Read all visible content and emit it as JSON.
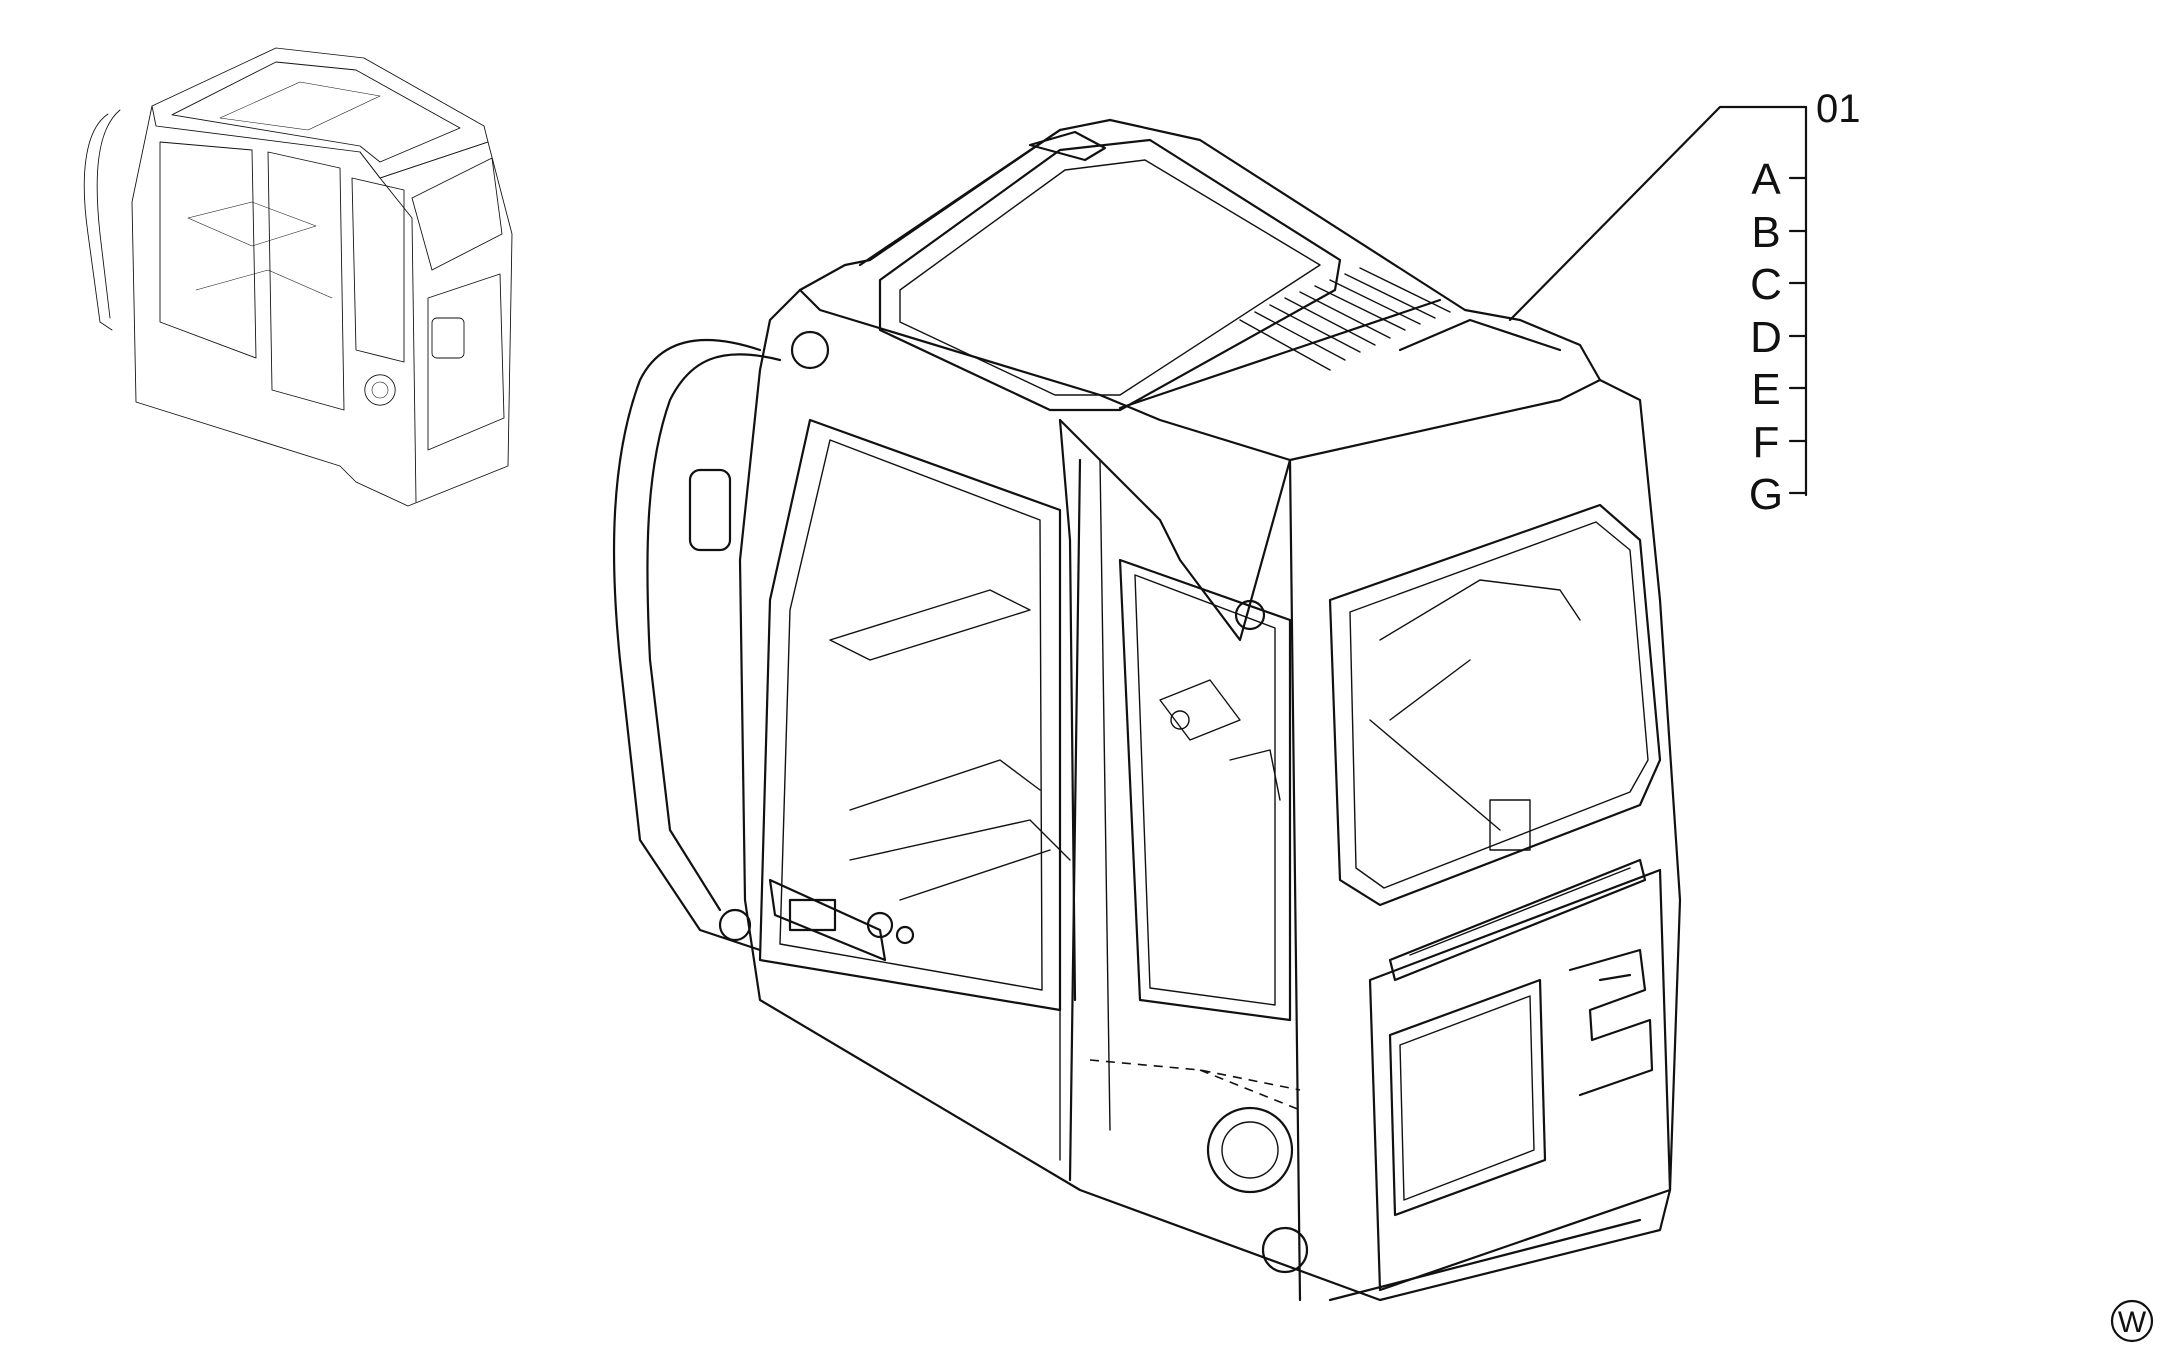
{
  "callout": {
    "part_number": "01",
    "variants": [
      "A",
      "B",
      "C",
      "D",
      "E",
      "F",
      "G"
    ]
  },
  "corner_mark": "W",
  "icons": {
    "thumbnail": "cab-assembly-thumbnail-icon",
    "main": "cab-assembly-drawing-icon"
  }
}
